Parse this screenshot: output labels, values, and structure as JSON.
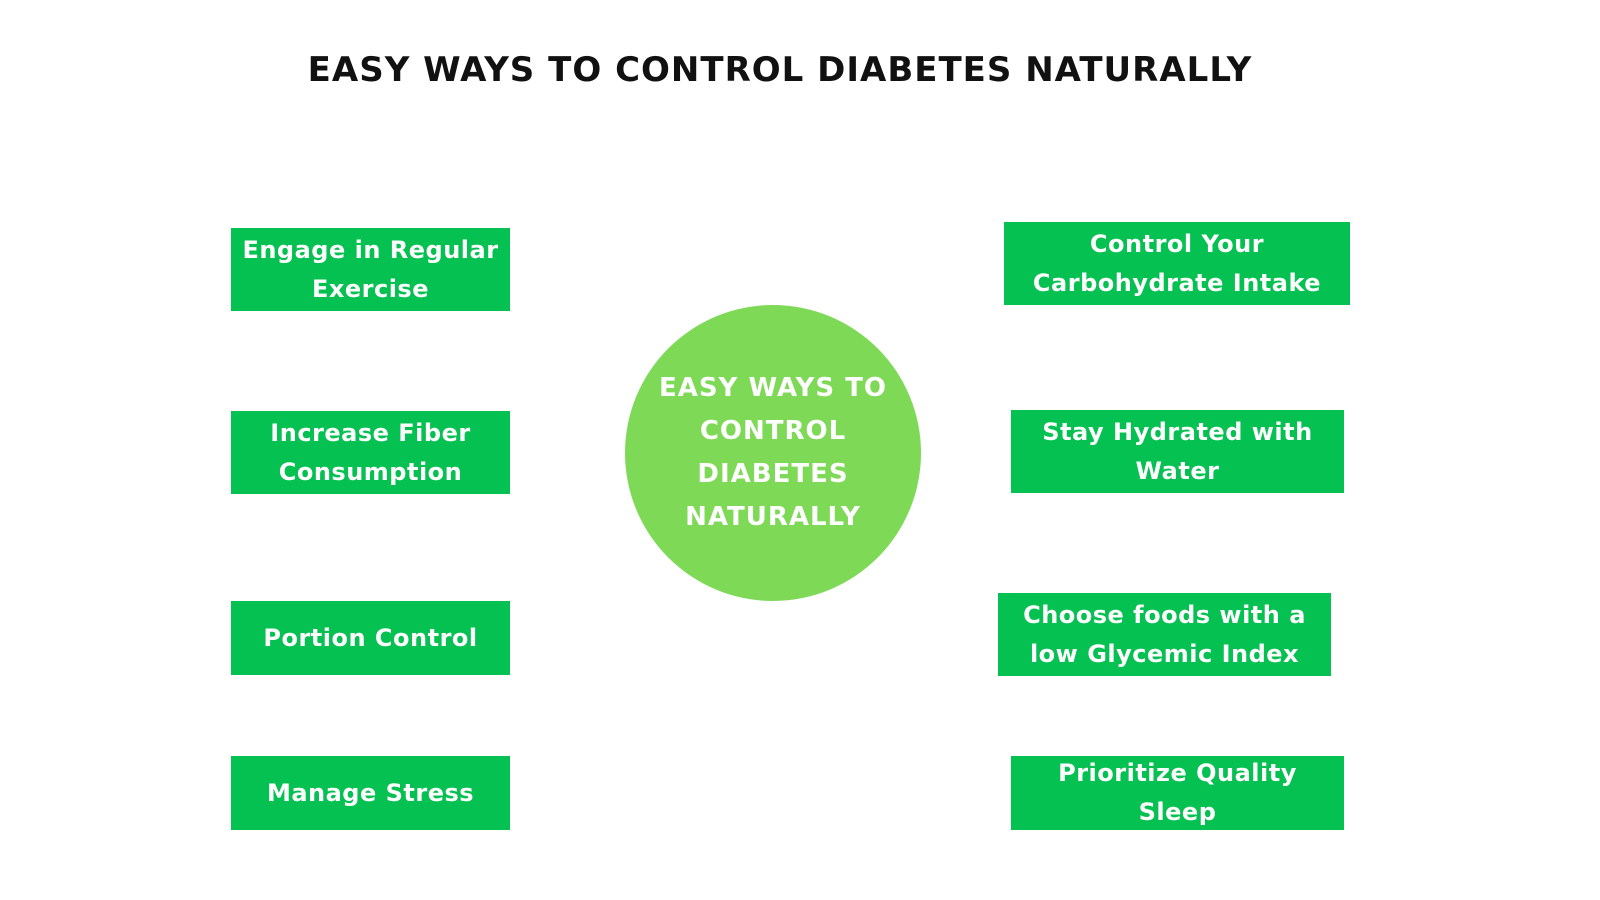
{
  "title": "EASY WAYS TO CONTROL DIABETES NATURALLY",
  "hub": {
    "label": "EASY WAYS TO CONTROL DIABETES NATURALLY"
  },
  "left_items": [
    {
      "label": "Engage in Regular Exercise"
    },
    {
      "label": "Increase Fiber Consumption"
    },
    {
      "label": "Portion Control"
    },
    {
      "label": "Manage Stress"
    }
  ],
  "right_items": [
    {
      "label": "Control Your Carbohydrate Intake"
    },
    {
      "label": "Stay Hydrated with Water"
    },
    {
      "label": "Choose foods with a low Glycemic Index"
    },
    {
      "label": "Prioritize Quality Sleep"
    }
  ],
  "colors": {
    "box_green": "#05c151",
    "hub_green": "#7ed957",
    "title_text": "#111111",
    "box_text": "#ffffff"
  }
}
